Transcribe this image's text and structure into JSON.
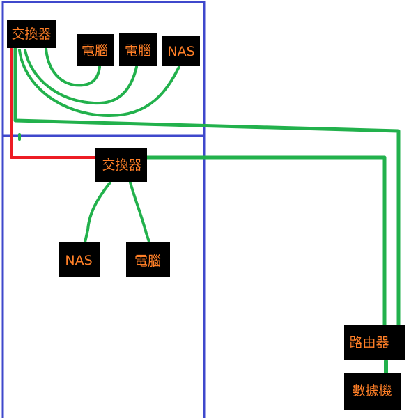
{
  "colors": {
    "room_border": "#3f48cc",
    "cable_green": "#22b14c",
    "cable_red": "#ed1c24",
    "node_fill": "#000000",
    "node_text": "#ff7f27"
  },
  "nodes": {
    "switch_top": "交換器",
    "pc_top_1": "電腦",
    "pc_top_2": "電腦",
    "nas_top": "NAS",
    "switch_mid": "交換器",
    "nas_bottom": "NAS",
    "pc_bottom": "電腦",
    "router": "路由器",
    "modem": "數據機"
  }
}
